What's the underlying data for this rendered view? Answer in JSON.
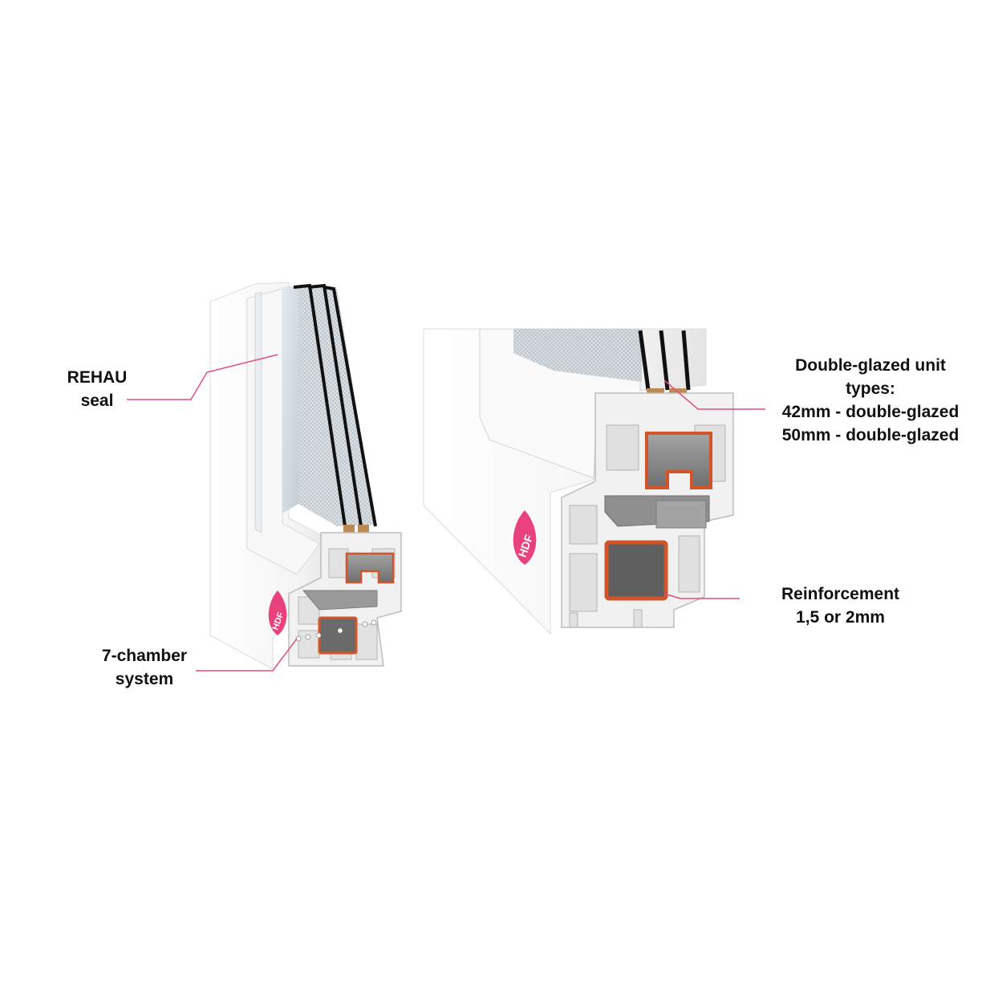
{
  "callouts": {
    "rehau_seal": [
      "REHAU",
      "seal"
    ],
    "chamber_system": [
      "7-chamber",
      "system"
    ],
    "double_glazed": [
      "Double-glazed unit",
      "types:",
      "42mm - double-glazed",
      "50mm - double-glazed"
    ],
    "reinforcement": [
      "Reinforcement",
      "1,5 or 2mm"
    ]
  },
  "logo": {
    "text": "HDF",
    "color": "#e8417e"
  },
  "colors": {
    "leader_line": "#e0507f",
    "pvc_profile": "#f3f3f3",
    "pvc_shadow": "#c9c9c9",
    "steel_reinforcement": "#8d8d8d",
    "reinforcement_outline": "#d2552a",
    "gasket": "#1f6d45",
    "spacer_desiccant": "#b98a55",
    "glass": "#cfd8de"
  }
}
